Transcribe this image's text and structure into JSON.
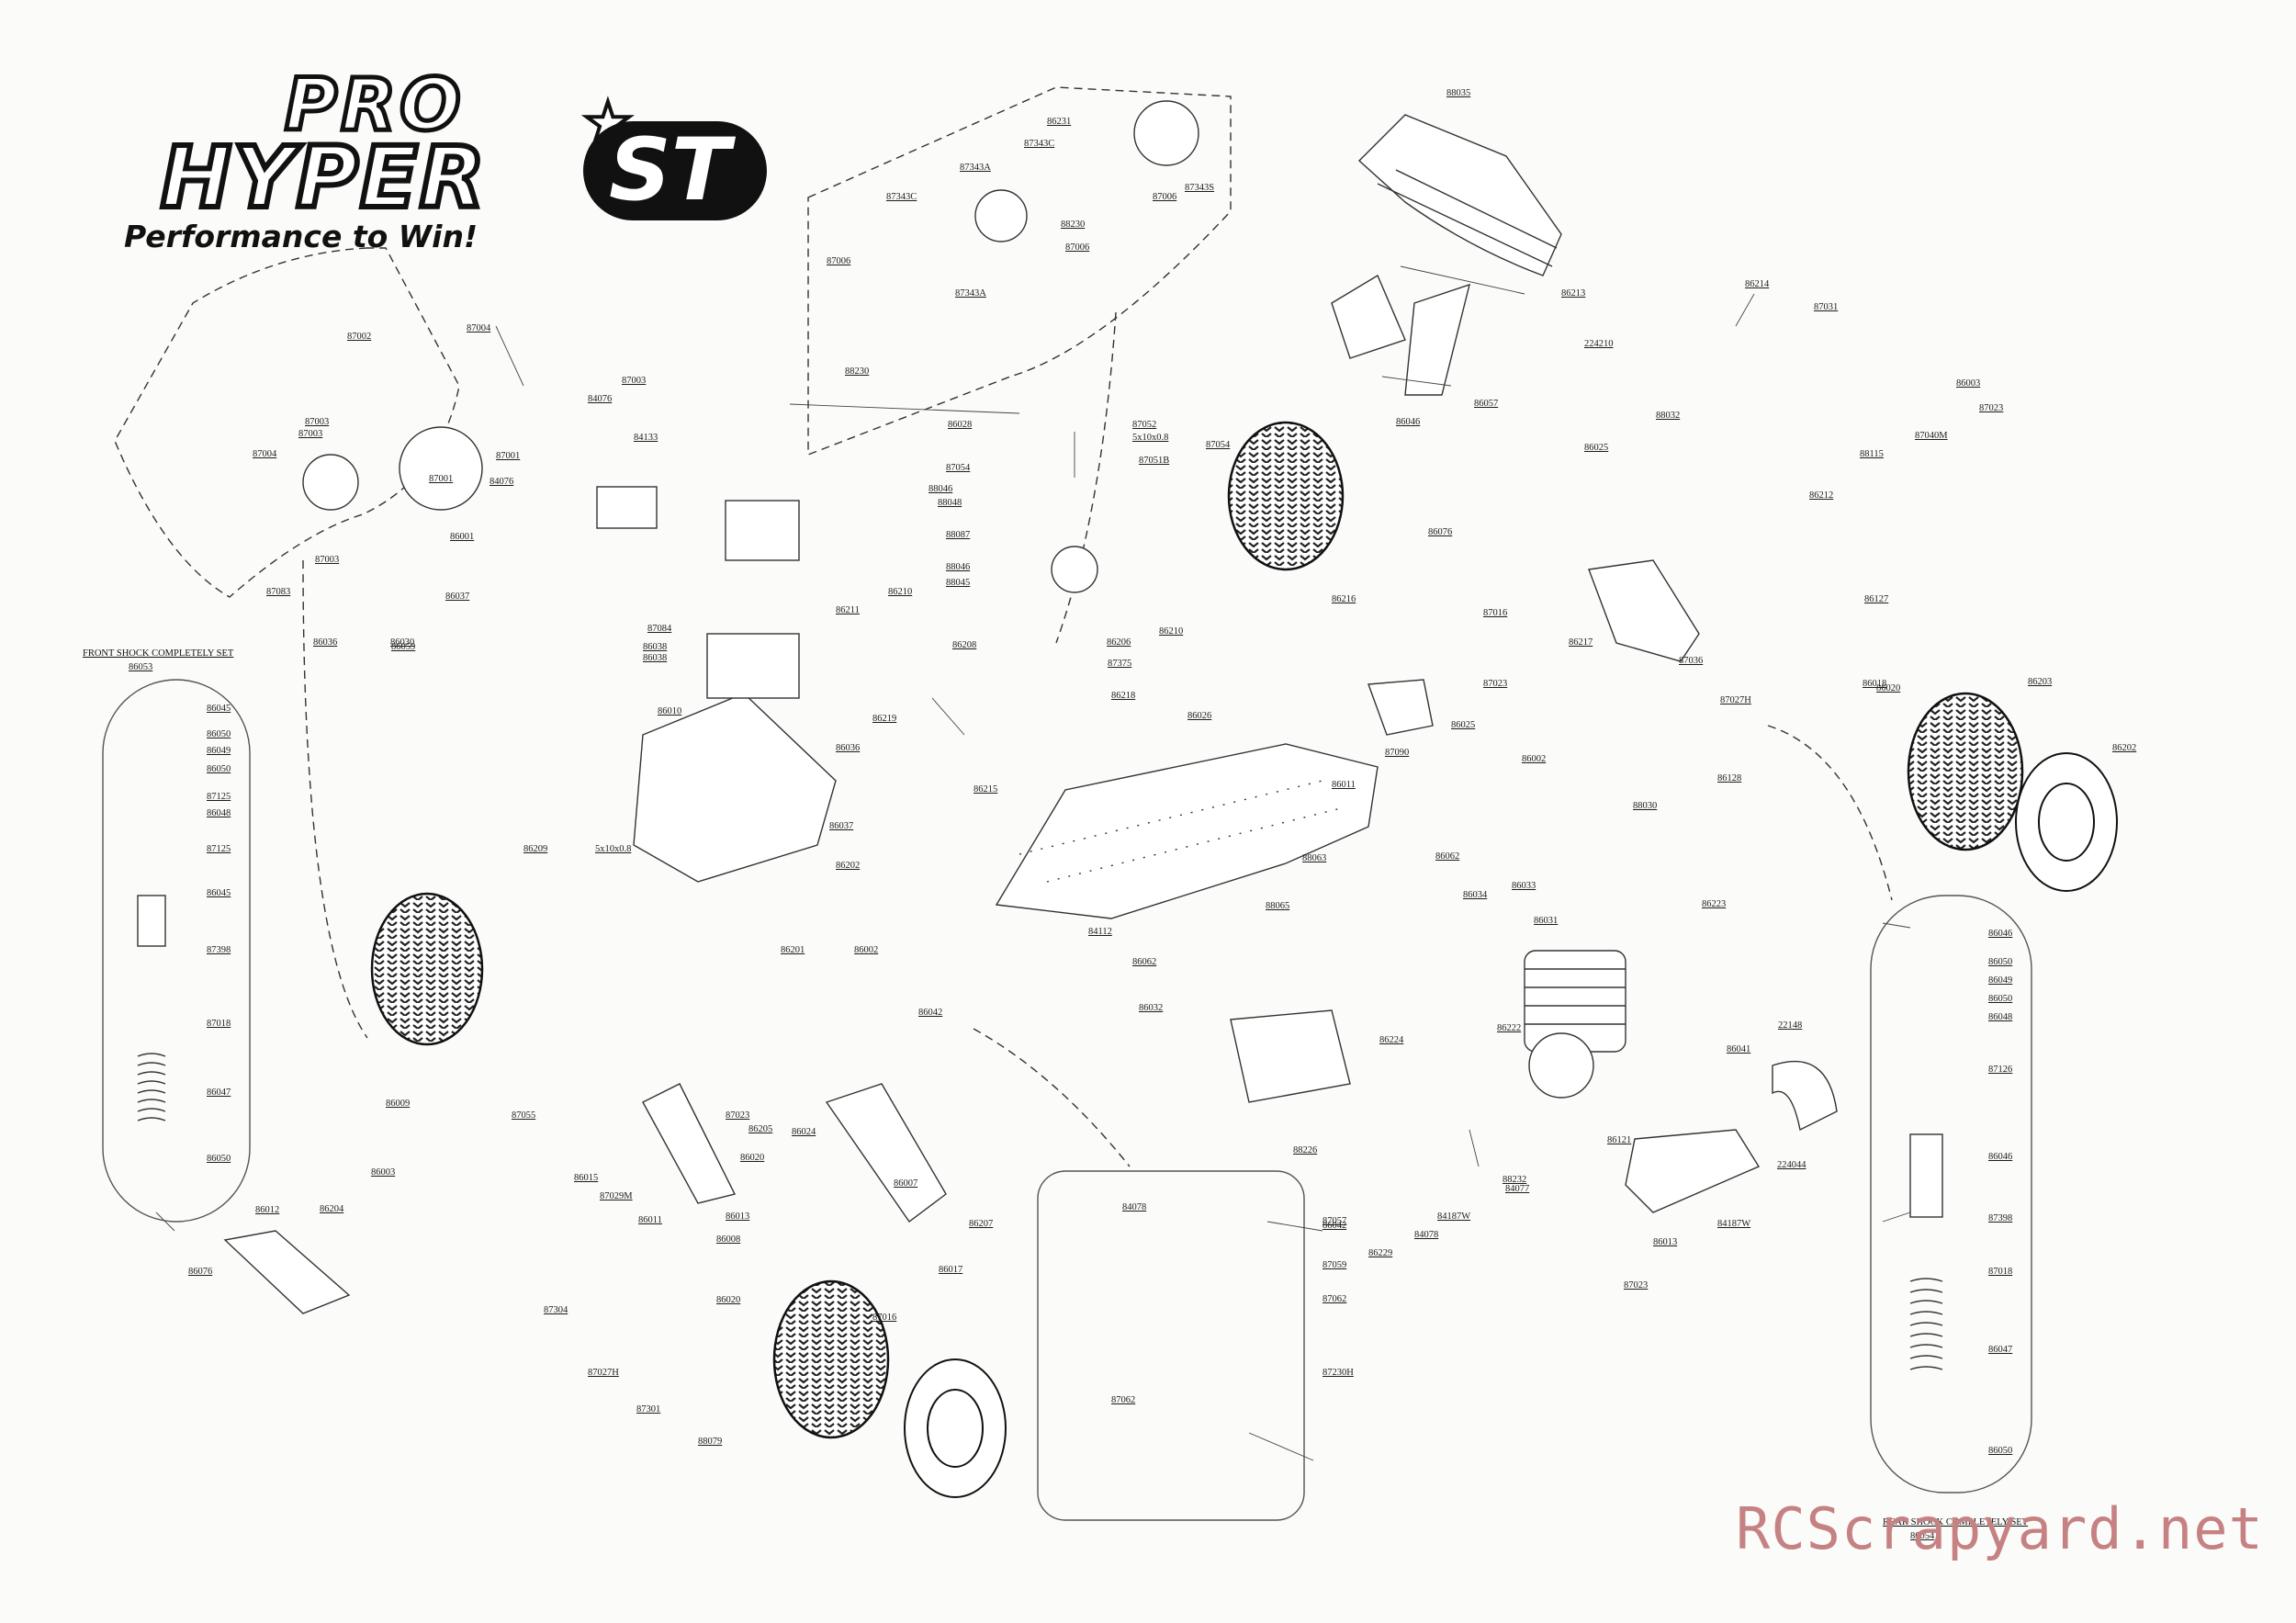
{
  "brand": {
    "logo_line1": "PRO",
    "logo_line2": "HYPER",
    "logo_badge": "ST",
    "tagline": "Performance to Win!"
  },
  "front_shock_set": {
    "title": "FRONT SHOCK COMPLETELY SET",
    "set_number": "86053",
    "parts": [
      "86045",
      "86050",
      "86049",
      "86050",
      "87125",
      "86048",
      "87125",
      "86045",
      "87398",
      "87018",
      "86047",
      "86050"
    ]
  },
  "rear_shock_set": {
    "title": "REAR SHOCK COMPLETELY SET",
    "set_number": "86054",
    "parts": [
      "86046",
      "86050",
      "86049",
      "86050",
      "86048",
      "87126",
      "86046",
      "87398",
      "87018",
      "86047",
      "86050"
    ]
  },
  "part_labels": [
    "88035",
    "86231",
    "87343C",
    "87343A",
    "87343C",
    "87343S",
    "87006",
    "87006",
    "88230",
    "87343A",
    "88230",
    "87006",
    "86213",
    "224210",
    "86214",
    "87031",
    "86003",
    "87023",
    "87040M",
    "88115",
    "86212",
    "88032",
    "86025",
    "86046",
    "86057",
    "87002",
    "87004",
    "84076",
    "87003",
    "87003",
    "87003",
    "87001",
    "87001",
    "84076",
    "87004",
    "86001",
    "87003",
    "87083",
    "84133",
    "87084",
    "86211",
    "86037",
    "86059",
    "86038",
    "86038",
    "86010",
    "86037",
    "86036",
    "86036",
    "86030",
    "86209",
    "5x10x0.8",
    "86028",
    "87054",
    "87052",
    "5x10x0.8",
    "87051B",
    "87054",
    "88046",
    "88048",
    "88087",
    "88046",
    "88045",
    "86210",
    "86208",
    "86206",
    "86210",
    "87375",
    "86218",
    "86219",
    "86215",
    "86026",
    "86011",
    "86076",
    "86216",
    "86025",
    "87023",
    "87090",
    "86002",
    "86217",
    "87016",
    "87036",
    "87027H",
    "86018",
    "86020",
    "88030",
    "86128",
    "86127",
    "86203",
    "86202",
    "86202",
    "86201",
    "86002",
    "87023",
    "86205",
    "86024",
    "86042",
    "84112",
    "86062",
    "88065",
    "88063",
    "86062",
    "86034",
    "86033",
    "86031",
    "86032",
    "86224",
    "88226",
    "86223",
    "86222",
    "86041",
    "22148",
    "86121",
    "224044",
    "84187W",
    "88232",
    "84077",
    "84078",
    "84187W",
    "86229",
    "86042",
    "86013",
    "87023",
    "86009",
    "87055",
    "86015",
    "87029M",
    "86011",
    "86204",
    "86003",
    "86012",
    "86076",
    "87304",
    "87027H",
    "87301",
    "88079",
    "86020",
    "86008",
    "86013",
    "86020",
    "86007",
    "87016",
    "86017",
    "86207",
    "84078",
    "87062",
    "87057",
    "87059",
    "87062",
    "87230H"
  ],
  "watermark": "RCScrapyard.net"
}
